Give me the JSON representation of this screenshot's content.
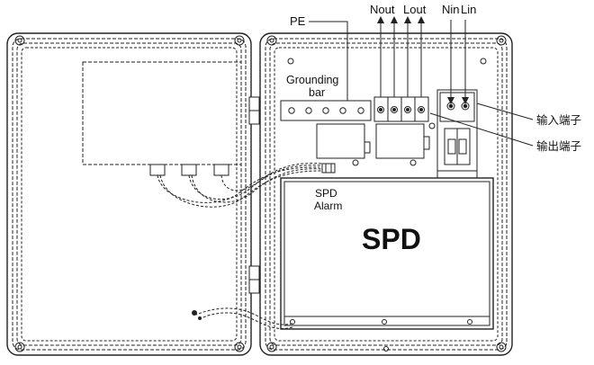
{
  "labels": {
    "pe": "PE",
    "nout": "Nout",
    "lout": "Lout",
    "nin": "Nin",
    "lin": "Lin",
    "grounding_1": "Grounding",
    "grounding_2": "bar",
    "spd_alarm_1": "SPD",
    "spd_alarm_2": "Alarm",
    "spd_main": "SPD",
    "input_terminal": "输入端子",
    "output_terminal": "输出端子"
  },
  "colors": {
    "line": "#222222",
    "background": "#ffffff"
  }
}
